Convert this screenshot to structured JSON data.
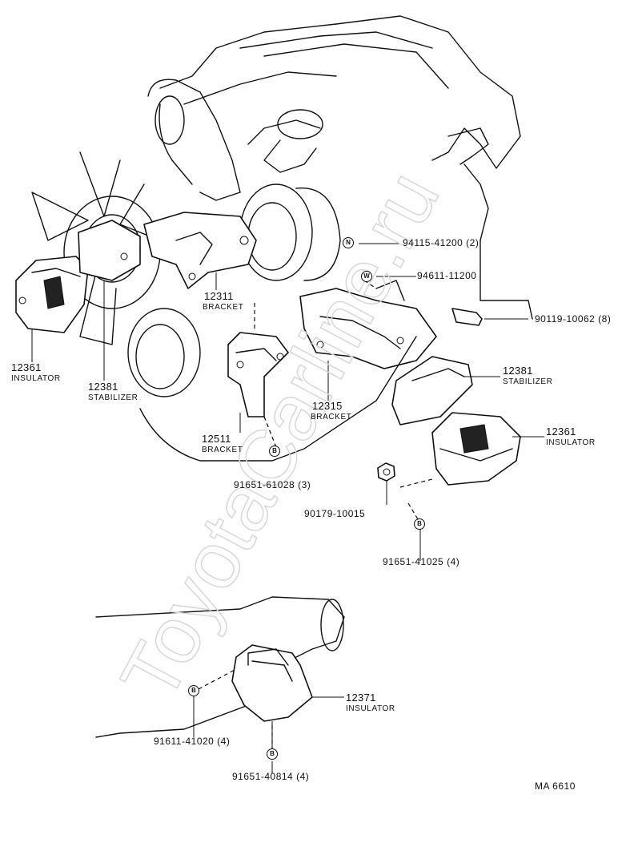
{
  "callouts": [
    {
      "id": "94115",
      "part": "94115-41200 (2)",
      "badge": "N"
    },
    {
      "id": "94611",
      "part": "94611-11200",
      "badge": "W"
    },
    {
      "id": "90119",
      "part": "90119-10062 (8)"
    },
    {
      "id": "12311",
      "part": "12311",
      "name": "BRACKET"
    },
    {
      "id": "12361L",
      "part": "12361",
      "name": "INSULATOR"
    },
    {
      "id": "12381L",
      "part": "12381",
      "name": "STABILIZER"
    },
    {
      "id": "12381R",
      "part": "12381",
      "name": "STABILIZER"
    },
    {
      "id": "12315",
      "part": "12315",
      "name": "BRACKET"
    },
    {
      "id": "12361R",
      "part": "12361",
      "name": "INSULATOR"
    },
    {
      "id": "12511",
      "part": "12511",
      "name": "BRACKET"
    },
    {
      "id": "91651a",
      "part": "91651-61028 (3)",
      "badge": "B"
    },
    {
      "id": "90179",
      "part": "90179-10015"
    },
    {
      "id": "91651b",
      "part": "91651-41025 (4)",
      "badge": "B"
    },
    {
      "id": "12371",
      "part": "12371",
      "name": "INSULATOR"
    },
    {
      "id": "91611",
      "part": "91611-41020 (4)",
      "badge": "B"
    },
    {
      "id": "91651c",
      "part": "91651-40814 (4)",
      "badge": "B"
    }
  ],
  "illustration_code": "MA 6610",
  "watermark": "ToyotaCarline.ru"
}
